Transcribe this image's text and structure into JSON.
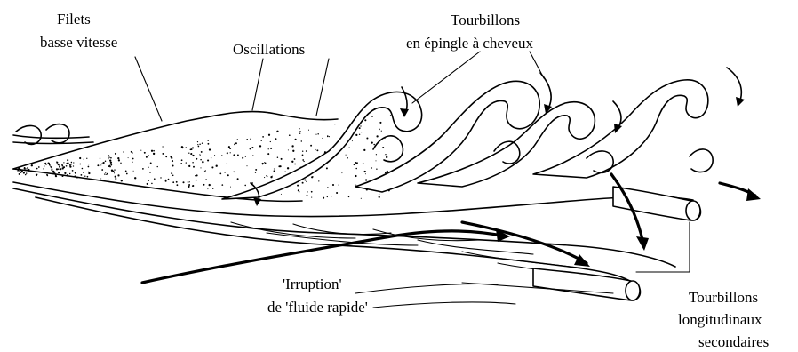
{
  "labels": {
    "low_speed_streaks_line1": "Filets",
    "low_speed_streaks_line2": "basse vitesse",
    "oscillations": "Oscillations",
    "hairpin_line1": "Tourbillons",
    "hairpin_line2": "en épingle à cheveux",
    "sweep_line1": "'Irruption'",
    "sweep_line2": "de 'fluide rapide'",
    "secondary_line1": "Tourbillons",
    "secondary_line2": "longitudinaux",
    "secondary_line3": "secondaires"
  },
  "colors": {
    "ink": "#000000",
    "background": "#ffffff"
  }
}
